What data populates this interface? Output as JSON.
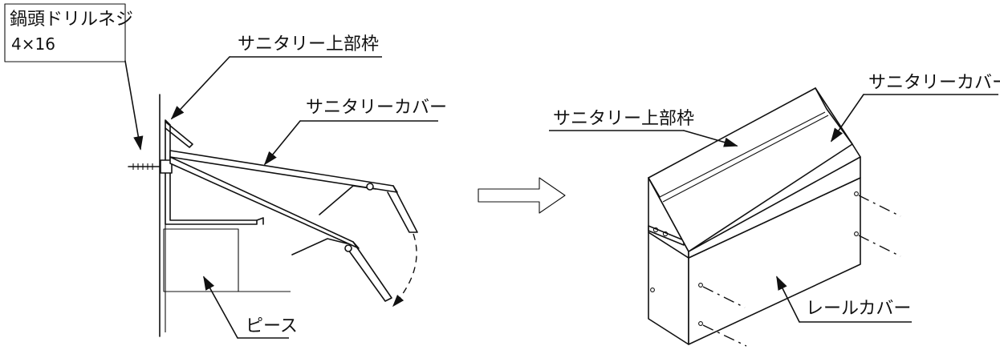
{
  "screw_label": {
    "line1": "鍋頭ドリルネジ",
    "line2": "4×16"
  },
  "left_figure": {
    "upper_frame_label": "サニタリー上部枠",
    "cover_label": "サニタリーカバー",
    "piece_label": "ピース"
  },
  "right_figure": {
    "upper_frame_label": "サニタリー上部枠",
    "cover_label": "サニタリーカバー",
    "rail_cover_label": "レールカバー"
  },
  "colors": {
    "line": "#111111",
    "piece_fill": "#d2d2d2",
    "background": "#ffffff"
  }
}
